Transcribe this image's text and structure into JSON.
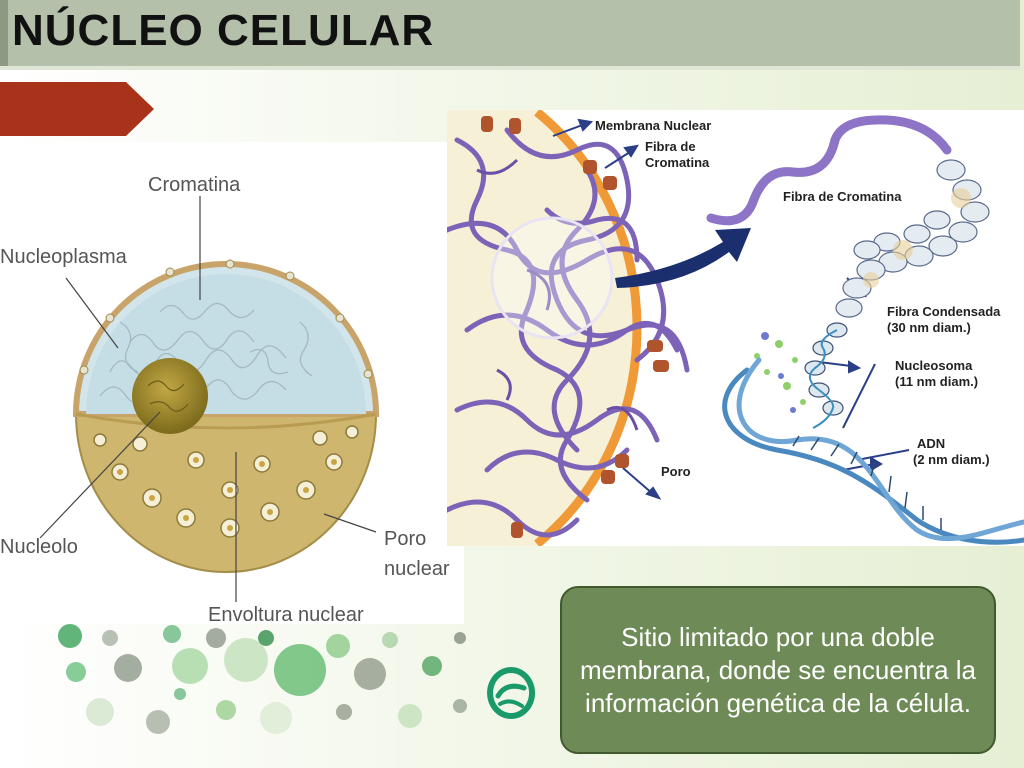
{
  "title": "NÚCLEO CELULAR",
  "left_diagram": {
    "labels": {
      "cromatina": "Cromatina",
      "nucleoplasma": "Nucleoplasma",
      "nucleolo": "Nucleolo",
      "poro_1": "Poro",
      "poro_2": "nuclear",
      "envoltura": "Envoltura nuclear"
    }
  },
  "right_diagram": {
    "labels": {
      "membrana": "Membrana Nuclear",
      "fibra_1": "Fibra de",
      "fibra_2": "Cromatina",
      "fibra_cromatina": "Fibra de Cromatina",
      "condensada_1": "Fibra Condensada",
      "condensada_2": "(30 nm diam.)",
      "nucleosoma_1": "Nucleosoma",
      "nucleosoma_2": "(11 nm diam.)",
      "adn_1": "ADN",
      "adn_2": "(2 nm diam.)",
      "poro": "Poro"
    }
  },
  "caption": "Sitio limitado por una doble membrana, donde se encuentra la información genética de la célula.",
  "colors": {
    "title_bar": "#b4c0aa",
    "accent_arrow": "#a8321a",
    "caption_bg": "#6e8a57",
    "nucleus_interior": "#c9dfe6",
    "envelope": "#cdb36a",
    "chromatin": "#7d63b8",
    "membrane": "#f0a040"
  }
}
